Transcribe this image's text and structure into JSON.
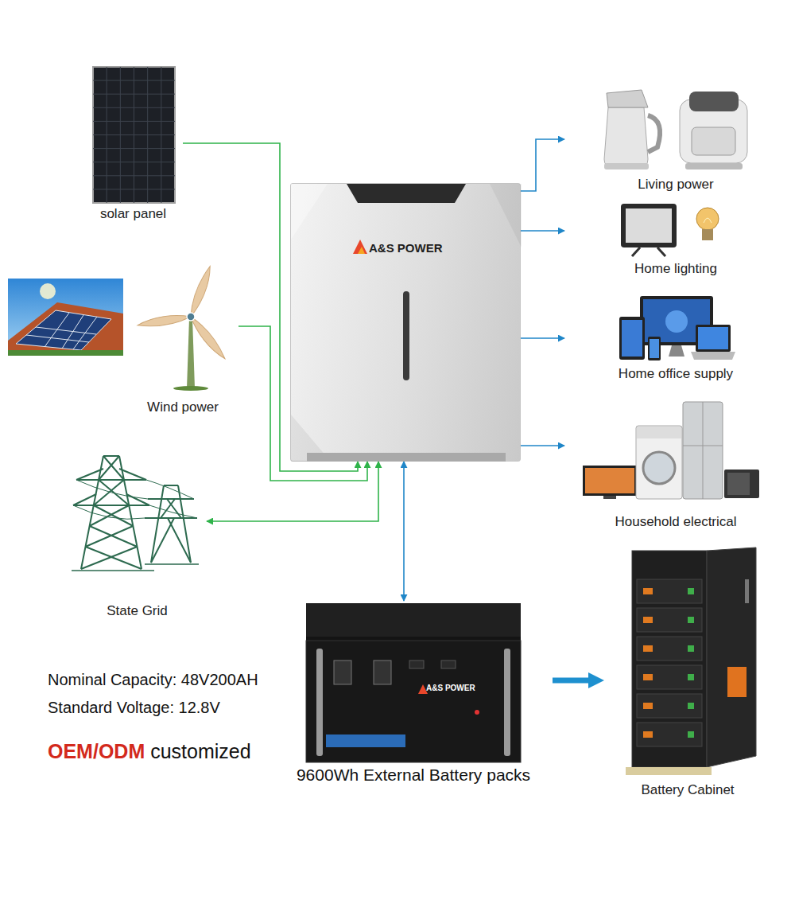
{
  "diagram": {
    "nodes": [
      {
        "text": [
          "solar panel"
        ]
      },
      {
        "text": [
          "Wind power"
        ]
      },
      {
        "text": [
          "State Grid"
        ]
      },
      {
        "text": [
          "A&S POWER"
        ]
      },
      {
        "text": [
          "Living power"
        ]
      },
      {
        "text": [
          "Home lighting"
        ]
      },
      {
        "text": [
          "Home office supply"
        ]
      },
      {
        "text": [
          "Household electrical"
        ]
      },
      {
        "text": [
          "A&S POWER",
          "9600Wh External Battery packs"
        ]
      },
      {
        "text": [
          "Battery Cabinet"
        ]
      }
    ],
    "edges": [
      {
        "from": 0,
        "to": 3,
        "arrow": "to"
      },
      {
        "from": 1,
        "to": 3,
        "arrow": "to"
      },
      {
        "from": 2,
        "to": 3,
        "arrow": "both"
      },
      {
        "from": 3,
        "to": 8,
        "arrow": "both"
      },
      {
        "from": 3,
        "to": 4,
        "arrow": "to"
      },
      {
        "from": 3,
        "to": 5,
        "arrow": "to"
      },
      {
        "from": 3,
        "to": 6,
        "arrow": "to"
      },
      {
        "from": 3,
        "to": 7,
        "arrow": "to"
      },
      {
        "from": 8,
        "to": 9,
        "arrow": "to"
      }
    ],
    "labels": [
      "Nominal Capacity: 48V200AH",
      "Standard Voltage: 12.8V",
      "OEM/ODM",
      "customized"
    ]
  }
}
